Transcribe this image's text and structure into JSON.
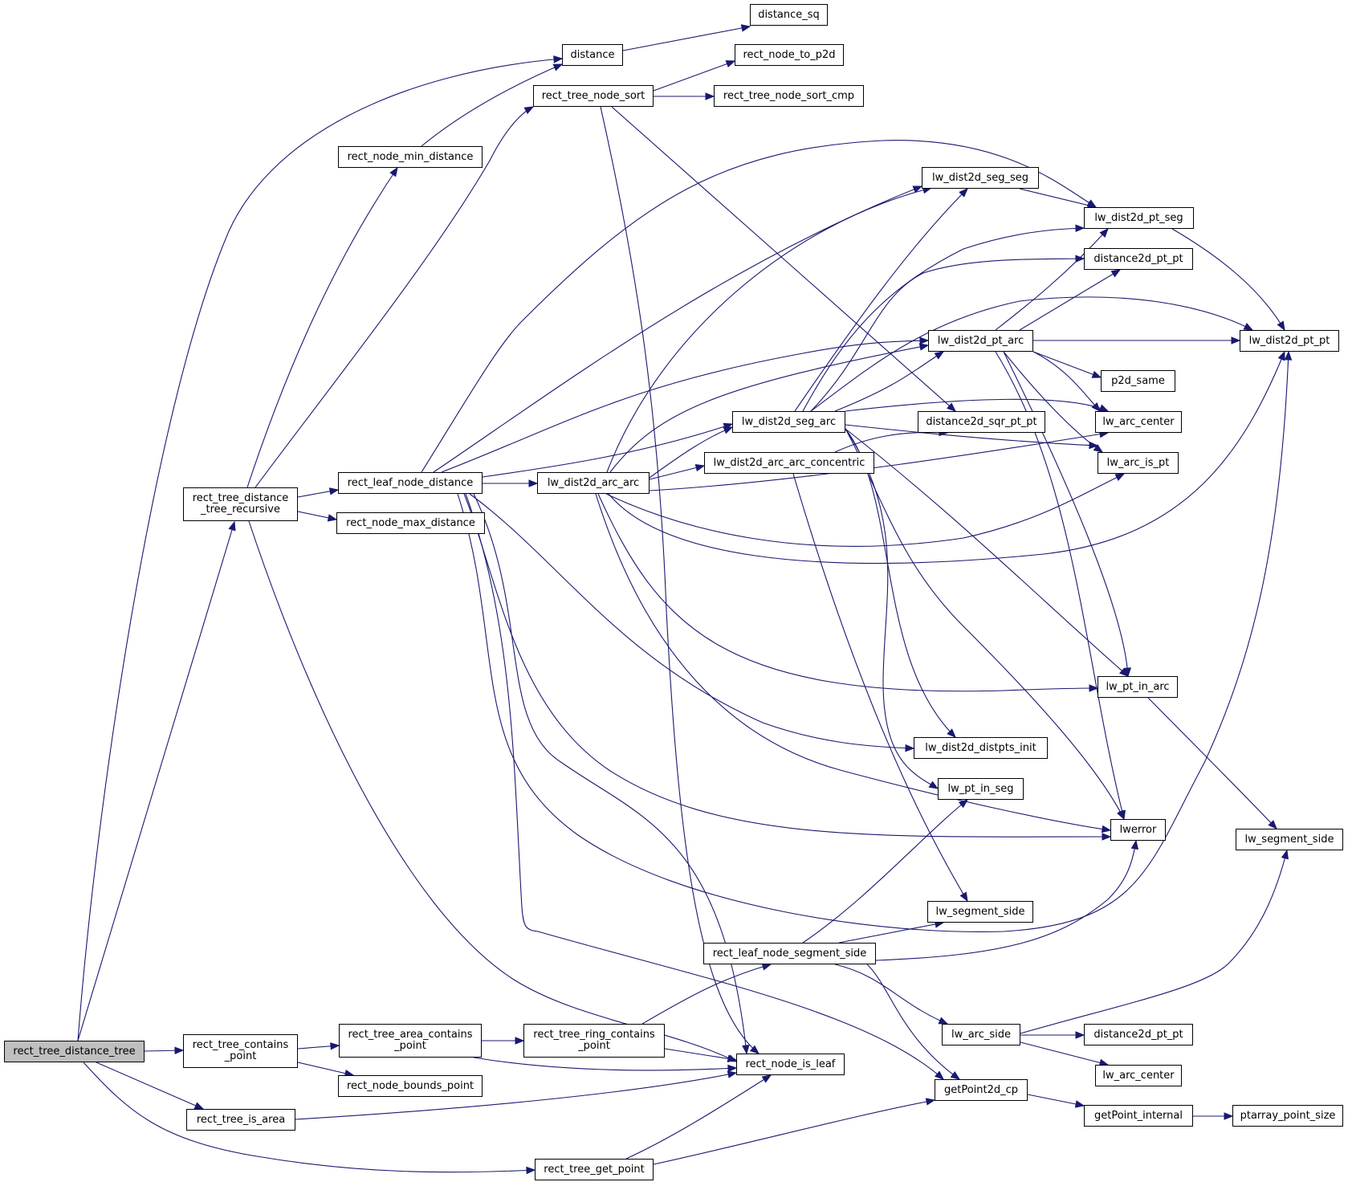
{
  "graph": {
    "root": "rect_tree_distance_tree",
    "colors": {
      "edge": "#191970",
      "node_border": "#000000",
      "node_fill": "#ffffff",
      "root_fill": "#bfbfbf"
    },
    "nodes": {
      "rect_tree_distance_tree": "rect_tree_distance_tree",
      "distance_sq": "distance_sq",
      "distance": "distance",
      "rect_node_to_p2d": "rect_node_to_p2d",
      "rect_tree_node_sort": "rect_tree_node_sort",
      "rect_tree_node_sort_cmp": "rect_tree_node_sort_cmp",
      "rect_node_min_distance": "rect_node_min_distance",
      "lw_dist2d_seg_seg": "lw_dist2d_seg_seg",
      "lw_dist2d_pt_seg": "lw_dist2d_pt_seg",
      "distance2d_pt_pt": "distance2d_pt_pt",
      "lw_dist2d_pt_arc": "lw_dist2d_pt_arc",
      "lw_dist2d_pt_pt": "lw_dist2d_pt_pt",
      "p2d_same": "p2d_same",
      "lw_dist2d_seg_arc": "lw_dist2d_seg_arc",
      "distance2d_sqr_pt_pt": "distance2d_sqr_pt_pt",
      "lw_arc_center": "lw_arc_center",
      "lw_dist2d_arc_arc_concentric": "lw_dist2d_arc_arc_concentric",
      "lw_arc_is_pt": "lw_arc_is_pt",
      "rect_leaf_node_distance": "rect_leaf_node_distance",
      "lw_dist2d_arc_arc": "lw_dist2d_arc_arc",
      "rect_tree_distance_tree_recursive": "rect_tree_distance\n_tree_recursive",
      "rect_node_max_distance": "rect_node_max_distance",
      "lw_pt_in_arc": "lw_pt_in_arc",
      "lw_dist2d_distpts_init": "lw_dist2d_distpts_init",
      "lw_pt_in_seg": "lw_pt_in_seg",
      "lwerror": "lwerror",
      "lw_segment_side_right": "lw_segment_side",
      "lw_segment_side": "lw_segment_side",
      "rect_leaf_node_segment_side": "rect_leaf_node_segment_side",
      "lw_arc_side": "lw_arc_side",
      "distance2d_pt_pt_2": "distance2d_pt_pt",
      "rect_tree_contains_point": "rect_tree_contains\n_point",
      "rect_tree_area_contains_point": "rect_tree_area_contains\n_point",
      "rect_tree_ring_contains_point": "rect_tree_ring_contains\n_point",
      "rect_node_is_leaf": "rect_node_is_leaf",
      "lw_arc_center_2": "lw_arc_center",
      "rect_node_bounds_point": "rect_node_bounds_point",
      "getPoint2d_cp": "getPoint2d_cp",
      "rect_tree_is_area": "rect_tree_is_area",
      "getPoint_internal": "getPoint_internal",
      "ptarray_point_size": "ptarray_point_size",
      "rect_tree_get_point": "rect_tree_get_point"
    }
  }
}
